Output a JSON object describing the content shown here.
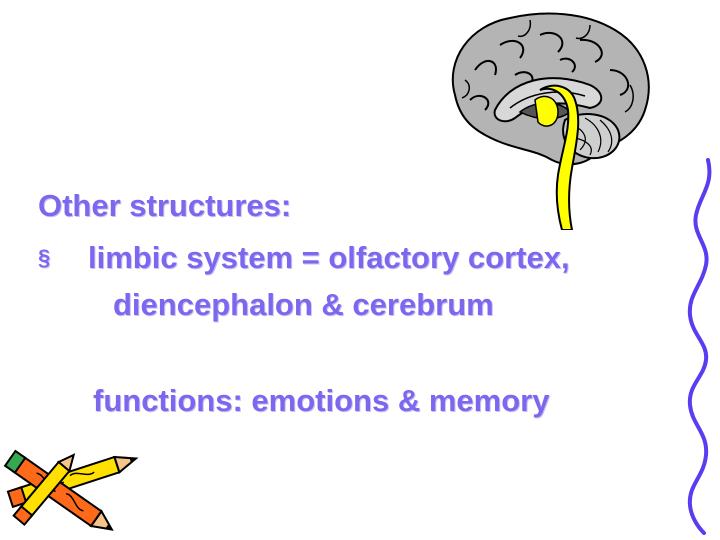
{
  "slide": {
    "heading": "Other structures:",
    "bullet_symbol": "§",
    "bullet_text": "limbic system = olfactory cortex,",
    "continuation_line": "diencephalon & cerebrum",
    "functions_line": "functions: emotions & memory"
  },
  "colors": {
    "text": "#7b68ee",
    "brain_gray": "#b0b0b0",
    "brainstem_yellow": "#ffff00",
    "squiggle_blue": "#5b3cf0",
    "pencil_orange": "#ff6a1a",
    "pencil_yellow": "#ffe000"
  },
  "icons": [
    "brain-sagittal-illustration",
    "squiggle-line-decoration",
    "pencils-clipart"
  ]
}
